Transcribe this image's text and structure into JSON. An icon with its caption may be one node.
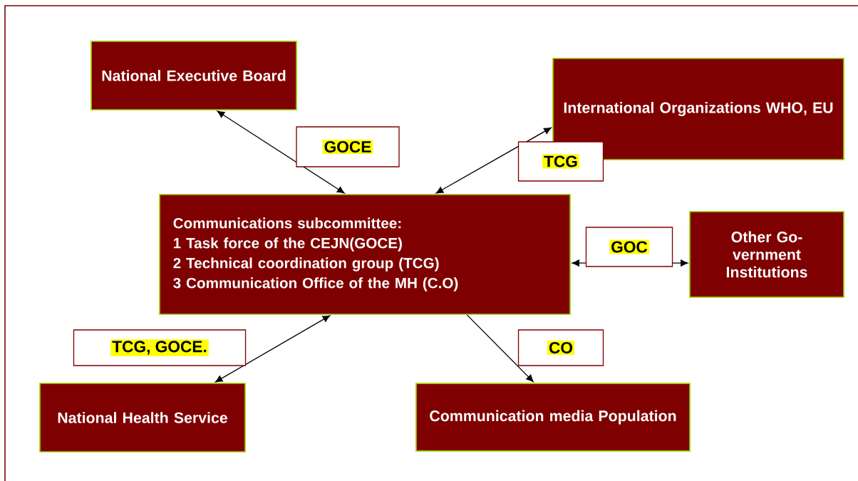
{
  "diagram": {
    "nodes": [
      {
        "text": [
          "National Executive Board"
        ]
      },
      {
        "text": [
          "International Organizations WHO, EU"
        ]
      },
      {
        "text": [
          "Communications subcommittee:",
          "1 Task force of the CEJN(GOCE)",
          "2 Technical coordination group (TCG)",
          "3 Communication Office of the MH (C.O)"
        ]
      },
      {
        "text": [
          "Other Go- vernment Institutions"
        ]
      },
      {
        "text": [
          "National Health Service"
        ]
      },
      {
        "text": [
          "Communication media Population"
        ]
      }
    ],
    "edges": [
      {
        "from": 2,
        "to": 0,
        "arrow": "both",
        "label": "GOCE"
      },
      {
        "from": 2,
        "to": 1,
        "arrow": "both",
        "label": "TCG"
      },
      {
        "from": 2,
        "to": 3,
        "arrow": "both",
        "label": "GOC"
      },
      {
        "from": 4,
        "to": 2,
        "arrow": "both",
        "label": "TCG, GOCE."
      },
      {
        "from": 2,
        "to": 5,
        "arrow": "to",
        "label": "CO"
      }
    ]
  }
}
